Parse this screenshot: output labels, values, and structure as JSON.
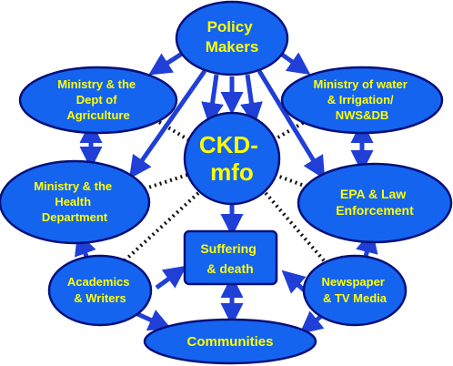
{
  "colors": {
    "node_fill": "#1464f0",
    "node_stroke": "#05107a",
    "text": "#ffff00",
    "arrow": "#1f3fd6",
    "dotted_link": "#111111"
  },
  "nodes": {
    "policy_makers": [
      "Policy",
      "Makers"
    ],
    "ministry_agriculture": [
      "Ministry &  the",
      "Dept of",
      "Agriculture"
    ],
    "ministry_water": [
      "Ministry of water",
      "& Irrigation/",
      "NWS&DB"
    ],
    "ckd_mfo": [
      "CKD-",
      "mfo"
    ],
    "ministry_health": [
      "Ministry & the",
      "Health",
      "Department"
    ],
    "epa": [
      "EPA & Law",
      "Enforcement"
    ],
    "suffering": [
      "Suffering",
      "& death"
    ],
    "academics": [
      "Academics",
      "& Writers"
    ],
    "newspaper": [
      "Newspaper",
      "& TV Media"
    ],
    "communities": [
      "Communities"
    ]
  }
}
